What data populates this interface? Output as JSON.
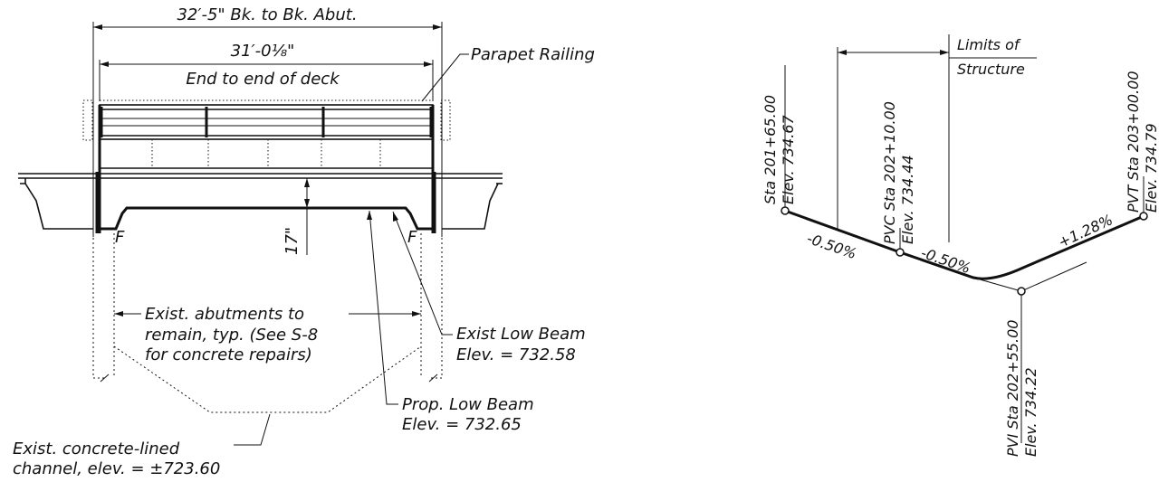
{
  "elevation_view": {
    "overall_dim": "32′-5\" Bk. to Bk. Abut.",
    "deck_dim": "31′-0⅛\"",
    "deck_dim_label": "End to end of deck",
    "railing_label": "Parapet Railing",
    "clearance_dim": "17\"",
    "fixed_left": "F",
    "fixed_right": "F",
    "abutments_note": [
      "Exist. abutments to",
      "remain, typ. (See S-8",
      "for concrete repairs)"
    ],
    "exist_beam": [
      "Exist Low Beam",
      "Elev. = 732.58"
    ],
    "prop_beam": [
      "Prop. Low Beam",
      "Elev. = 732.65"
    ],
    "channel_note": [
      "Exist. concrete-lined",
      "channel, elev. = ±723.60"
    ]
  },
  "profile_view": {
    "limits": [
      "Limits of",
      "Structure"
    ],
    "points": [
      {
        "station": "Sta 201+65.00",
        "elev": "Elev. 734.67"
      },
      {
        "station": "PVC Sta 202+10.00",
        "elev": "Elev. 734.44"
      },
      {
        "station": "PVI Sta 202+55.00",
        "elev": "Elev. 734.22"
      },
      {
        "station": "PVT Sta 203+00.00",
        "elev": "Elev. 734.79"
      }
    ],
    "grades": [
      "-0.50%",
      "-0.50%",
      "+1.28%"
    ]
  }
}
